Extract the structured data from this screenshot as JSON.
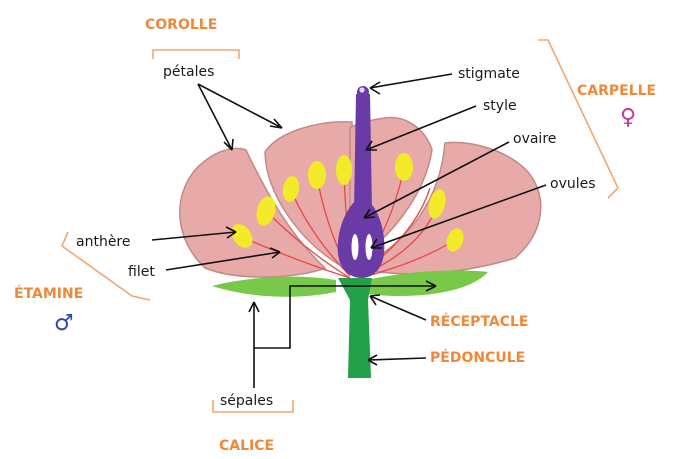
{
  "groups": {
    "corolle": "COROLLE",
    "carpelle": "CARPELLE",
    "etamine": "ÉTAMINE",
    "calice": "CALICE",
    "receptacle": "RÉCEPTACLE",
    "pedoncule": "PÉDONCULE"
  },
  "labels": {
    "petales": "pétales",
    "stigmate": "stigmate",
    "style": "style",
    "ovaire": "ovaire",
    "ovules": "ovules",
    "anthere": "anthère",
    "filet": "filet",
    "sepales": "sépales"
  },
  "symbols": {
    "female": "♀",
    "male": "♂"
  },
  "colors": {
    "group_text": "#f0883a",
    "bracket": "#f4a66b",
    "petal": "#e8aaa8",
    "pistil": "#6a3aa6",
    "stamen": "#f3ea2a",
    "sepal": "#78c94a",
    "stem": "#22a04a",
    "female_symbol": "#c2379c",
    "male_symbol": "#2b4aa8"
  }
}
